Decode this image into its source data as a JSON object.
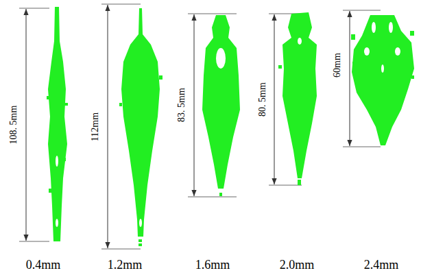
{
  "diagram": {
    "labels": [
      "108. 5mm",
      "112mm",
      "83. 5mm",
      "80. 5mm",
      "60mm",
      "0.4mm",
      "1.2mm",
      "1.6mm",
      "2.0mm",
      "2.4mm"
    ]
  }
}
